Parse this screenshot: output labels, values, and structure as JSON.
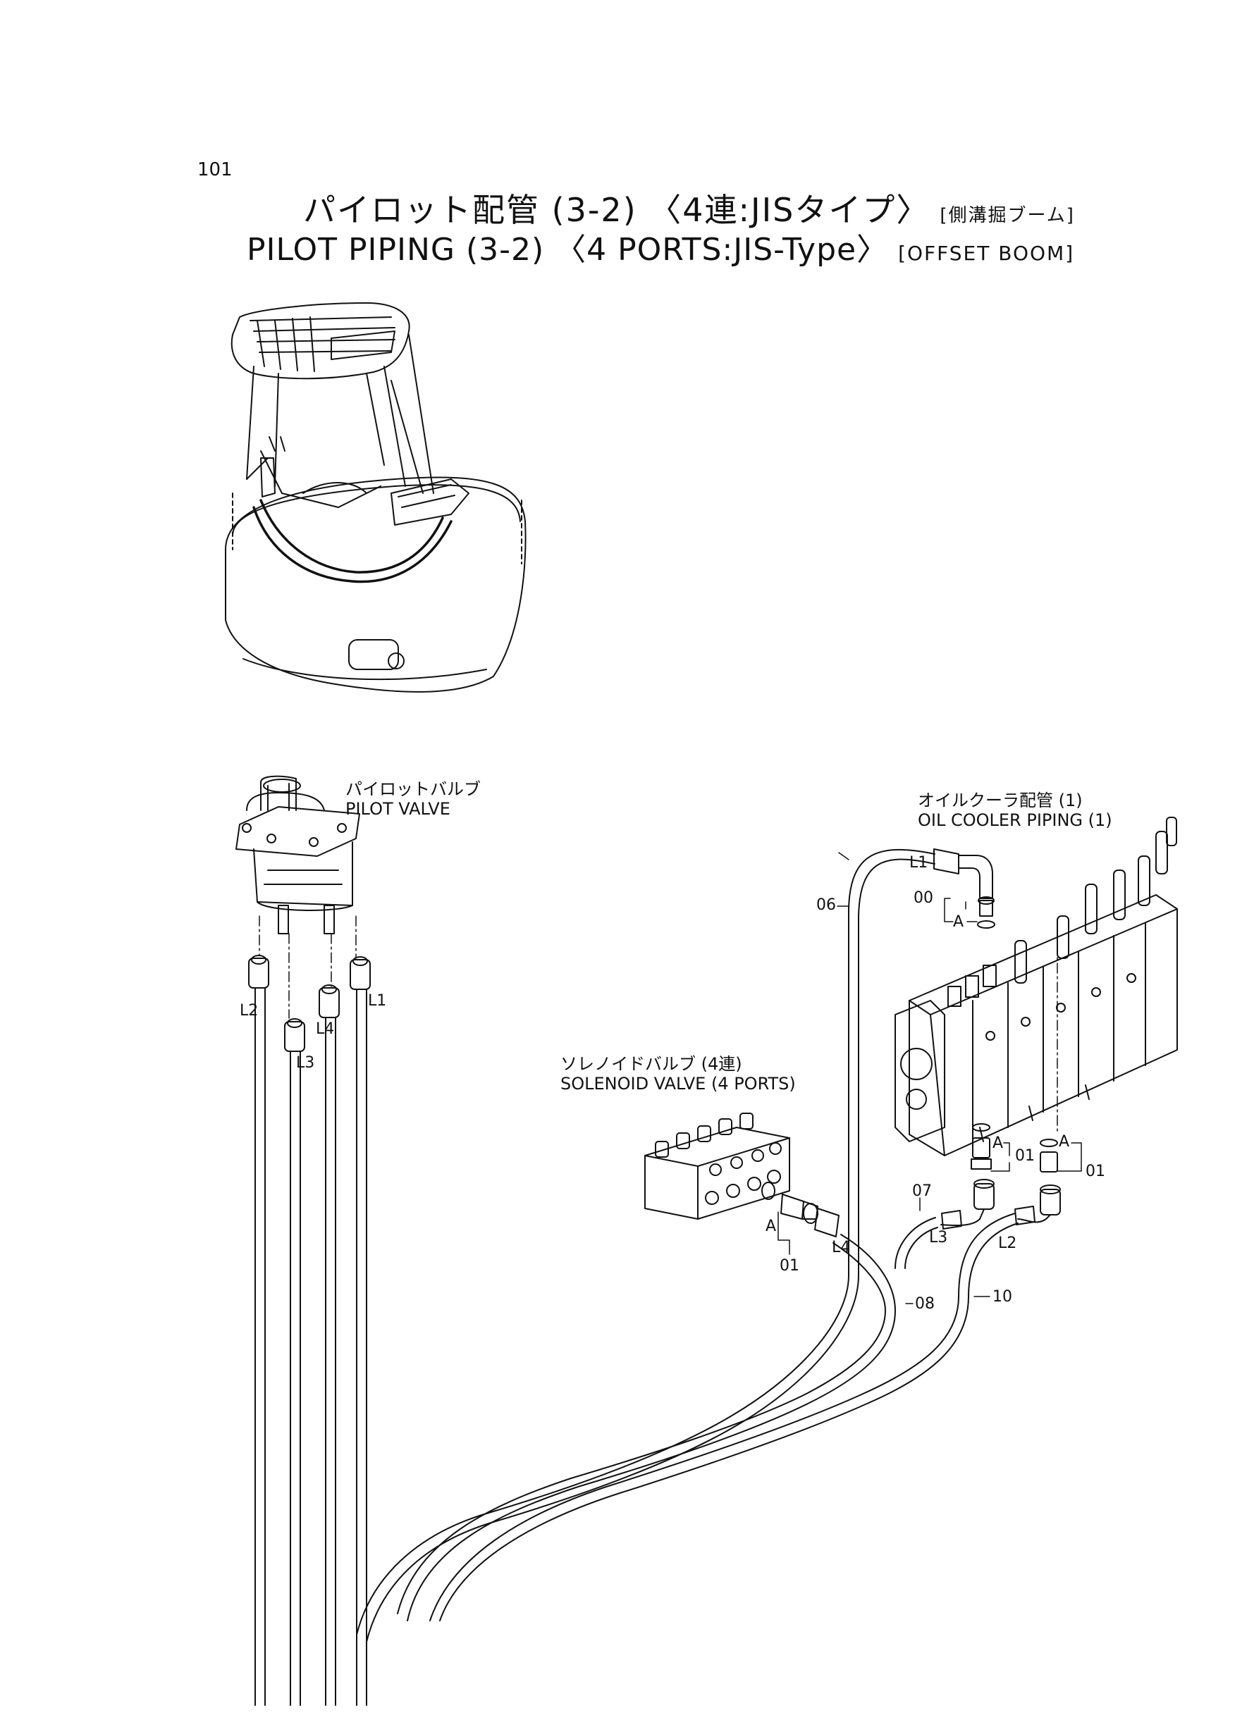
{
  "header": {
    "page_number": "101",
    "title_jp": "パイロット配管 (3-2) 〈4連:JISタイプ〉",
    "title_jp_sub": "[側溝掘ブーム]",
    "title_en": "PILOT PIPING (3-2) 〈4 PORTS:JIS-Type〉",
    "title_en_sub": "[OFFSET BOOM]"
  },
  "labels": {
    "pilot_valve_jp": "パイロットバルブ",
    "pilot_valve_en": "PILOT VALVE",
    "oil_cooler_jp": "オイルクーラ配管 (1)",
    "oil_cooler_en": "OIL COOLER PIPING (1)",
    "solenoid_jp": "ソレノイドバルブ (4連)",
    "solenoid_en": "SOLENOID VALVE (4 PORTS)"
  },
  "callouts": {
    "c06": "06",
    "c00": "00",
    "cA1": "A",
    "cL1a": "L1",
    "cL2a": "L2",
    "cL3a": "L3",
    "cL4a": "L4",
    "cL1b": "L1",
    "cA2": "A",
    "c01a": "01",
    "cA3": "A",
    "c01b": "01",
    "cA4": "A",
    "c01c": "01",
    "cL4b": "L4",
    "c07": "07",
    "cL3b": "L3",
    "cL2b": "L2",
    "c08": "08",
    "c10": "10"
  }
}
